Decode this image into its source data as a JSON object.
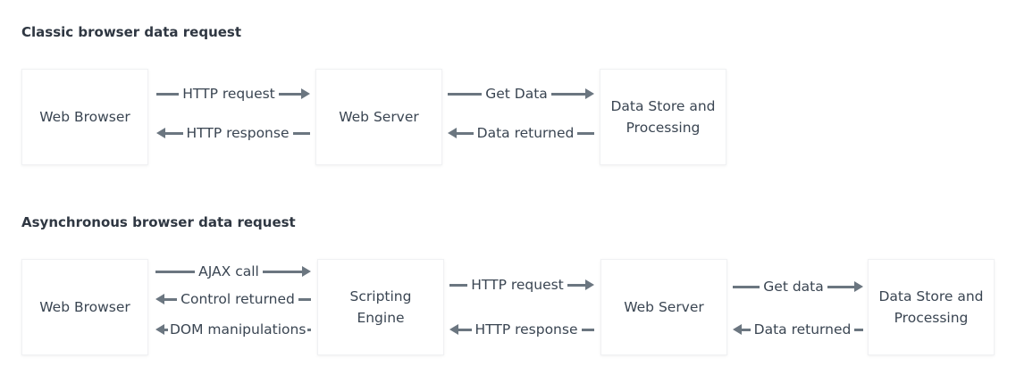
{
  "classic": {
    "title": "Classic browser data request",
    "web_browser": "Web Browser",
    "web_server": "Web Server",
    "data_store": "Data Store and\nProcessing",
    "http_request": "HTTP request",
    "http_response": "HTTP response",
    "get_data": "Get Data",
    "data_returned": "Data returned"
  },
  "async": {
    "title": "Asynchronous browser data request",
    "web_browser": "Web Browser",
    "scripting_engine": "Scripting\nEngine",
    "web_server": "Web Server",
    "data_store": "Data Store and\nProcessing",
    "ajax_call": "AJAX call",
    "control_returned": "Control returned",
    "dom_manipulations": "DOM manipulations",
    "http_request": "HTTP request",
    "http_response": "HTTP response",
    "get_data": "Get data",
    "data_returned": "Data returned"
  },
  "colors": {
    "arrow": "#6b7680",
    "text": "#3a4552",
    "box_border": "#f0f1f3"
  }
}
